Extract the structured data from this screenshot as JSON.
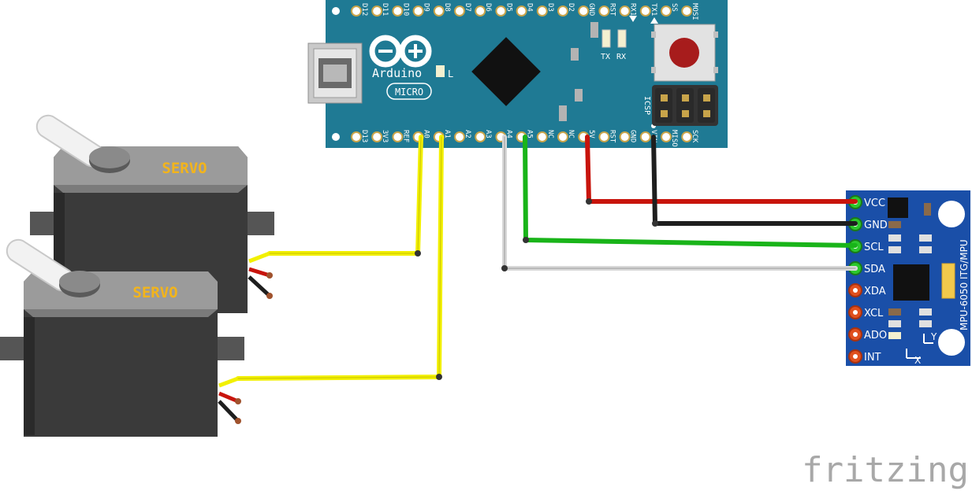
{
  "arduino": {
    "brand": "Arduino",
    "model": "MICRO",
    "led_label": "L",
    "tx_label": "TX",
    "rx_label": "RX",
    "icsp_label": "ICSP",
    "top_pins": [
      "D12",
      "D11",
      "D10",
      "D9",
      "D8",
      "D7",
      "D6",
      "D5",
      "D4",
      "D3",
      "D2",
      "GND",
      "RST",
      "RX1",
      "TX1",
      "SS",
      "MOSI"
    ],
    "bottom_pins": [
      "D13",
      "3V3",
      "REF",
      "A0",
      "A1",
      "A2",
      "A3",
      "A4",
      "A5",
      "NC",
      "NC",
      "5V",
      "RST",
      "GND",
      "VIN",
      "MISO",
      "SCK"
    ]
  },
  "servos": [
    {
      "label": "SERVO"
    },
    {
      "label": "SERVO"
    }
  ],
  "mpu": {
    "title": "MPU-6050 ITG/MPU",
    "pins": [
      "VCC",
      "GND",
      "SCL",
      "SDA",
      "XDA",
      "XCL",
      "ADO",
      "INT"
    ],
    "axis_x": "X",
    "axis_y": "Y"
  },
  "watermark": "fritzing",
  "colors": {
    "board_blue": "#1f7a94",
    "mpu_blue": "#1a4fa8",
    "wire_yellow": "#f2f000",
    "wire_red": "#c8140c",
    "wire_black": "#1e1e1e",
    "wire_green": "#19b419",
    "wire_white": "#d8d8d8",
    "servo_body": "#3a3a3a",
    "servo_top": "#9a9a9a",
    "servo_text": "#f2b41c"
  }
}
